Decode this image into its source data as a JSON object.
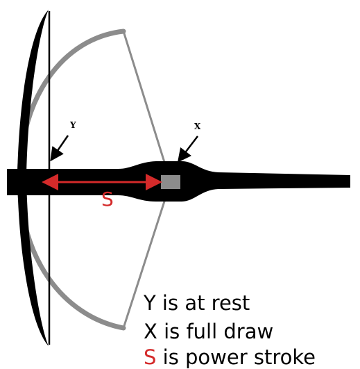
{
  "labels": {
    "rest_marker": "Y",
    "draw_marker": "X",
    "distance_marker": "S"
  },
  "caption": {
    "line1": "Y is at rest",
    "line2": "X is full draw",
    "line3": "S is power stroke"
  },
  "colors": {
    "background": "#ffffff",
    "stock": "#000000",
    "bow_rest": "#000000",
    "bow_drawn": "#8c8c8c",
    "string_drawn": "#8c8c8c",
    "string_rest": "#000000",
    "power_stroke": "#d42a2a",
    "nut": "#8c8c8c"
  },
  "icons": {
    "rest_pointer": "arrow-down-left-icon",
    "draw_pointer": "arrow-down-left-icon",
    "power_stroke": "double-arrow-horizontal-icon"
  }
}
